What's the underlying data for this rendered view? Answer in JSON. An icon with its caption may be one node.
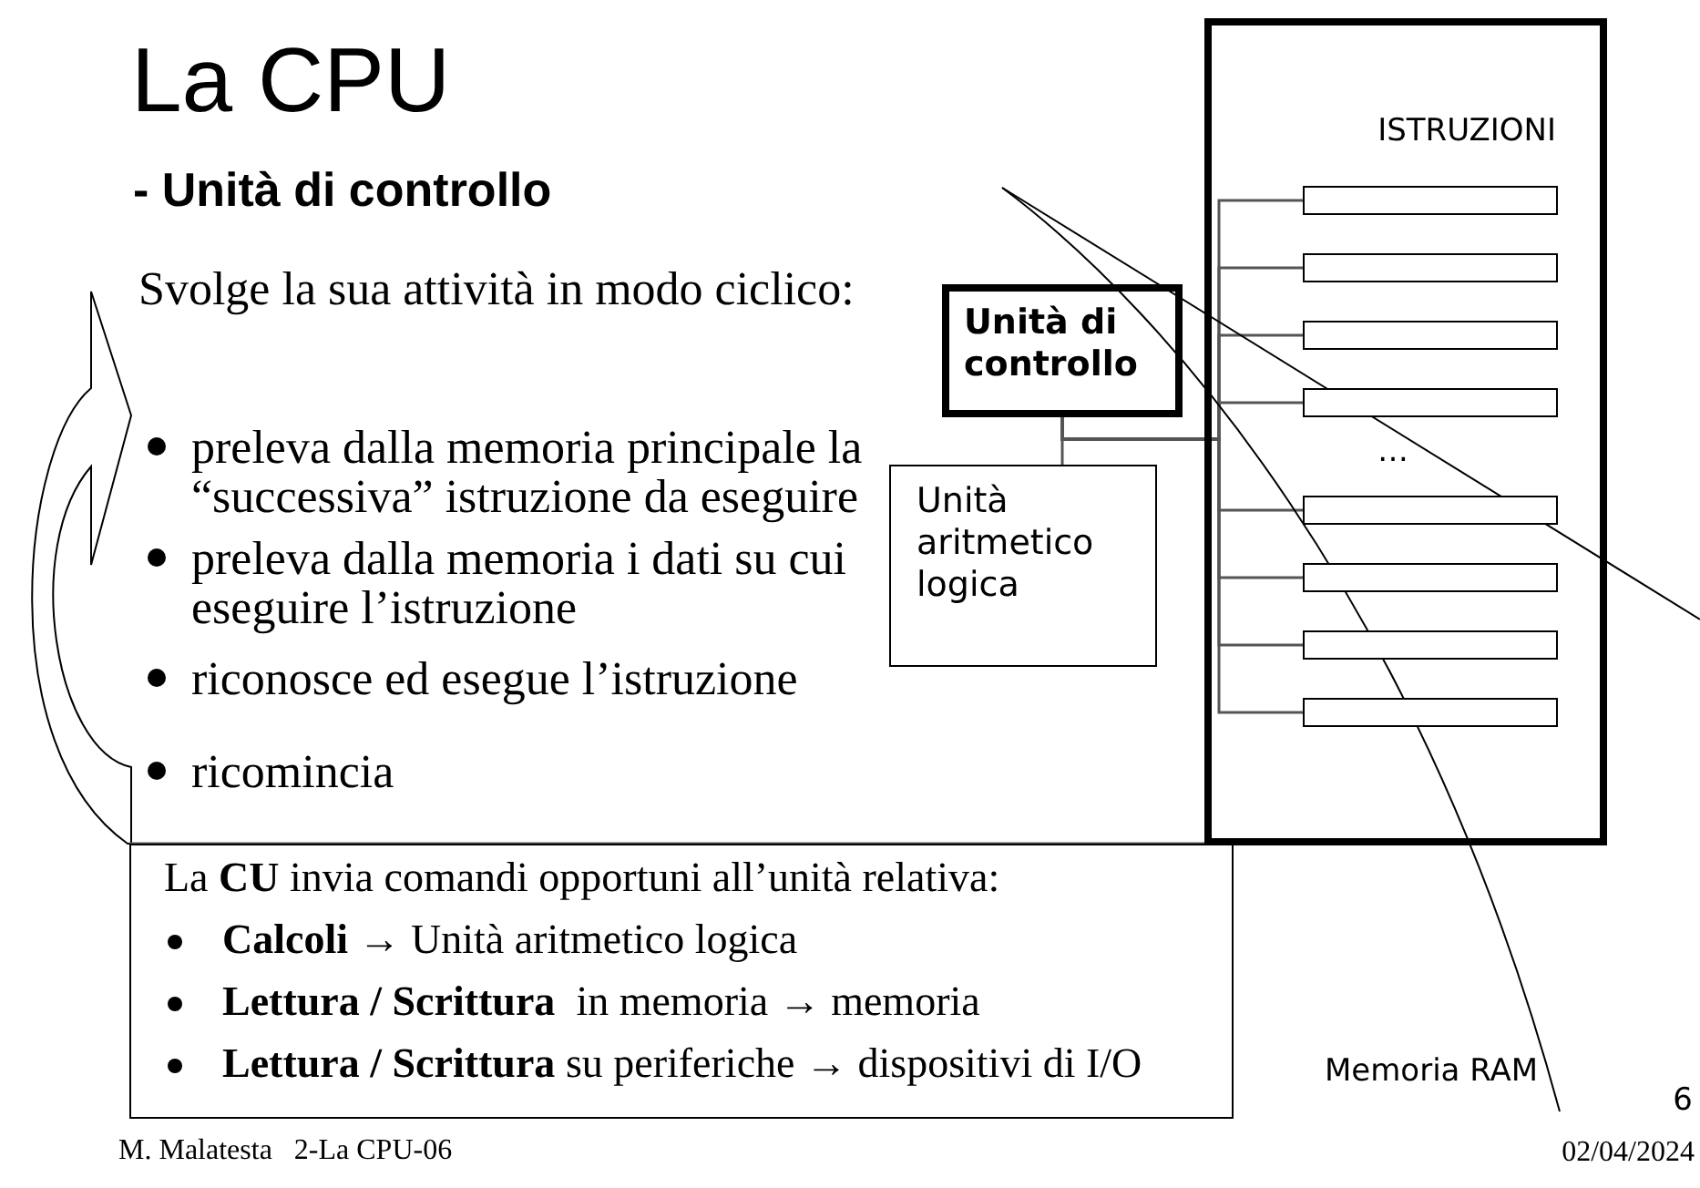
{
  "diagram": {
    "title": "La CPU",
    "nodes": [
      {
        "text": [
          "Unità di controllo"
        ]
      },
      {
        "text": [
          "Unità aritmetico logica"
        ]
      },
      {
        "text": [
          "ISTRUZIONI"
        ]
      },
      {
        "text": [],
        "shape": "box",
        "in": 2
      },
      {
        "text": [],
        "shape": "box",
        "in": 2
      },
      {
        "text": [],
        "shape": "box",
        "in": 2
      },
      {
        "text": [],
        "shape": "box",
        "in": 2
      },
      {
        "text": [],
        "shape": "box",
        "in": 2
      },
      {
        "text": [],
        "shape": "box",
        "in": 2
      },
      {
        "text": [],
        "shape": "box",
        "in": 2
      },
      {
        "text": [],
        "shape": "box",
        "in": 2
      },
      {
        "text": [
          "La **CU** invia comandi opportuni all’unità relativa:",
          "**Calcoli** → Unità aritmetico logica",
          "**Lettura / Scrittura**  in memoria → memoria",
          "**Lettura / Scrittura** su periferiche → dispositivi di I/O"
        ]
      }
    ],
    "edges": [
      {
        "from": 0,
        "to": 1,
        "arrow": "none"
      },
      {
        "from": 0,
        "to": 3,
        "arrow": "none"
      },
      {
        "from": 0,
        "to": 4,
        "arrow": "none"
      },
      {
        "from": 0,
        "to": 5,
        "arrow": "none"
      },
      {
        "from": 0,
        "to": 6,
        "arrow": "none"
      },
      {
        "from": 0,
        "to": 7,
        "arrow": "none"
      },
      {
        "from": 0,
        "to": 8,
        "arrow": "none"
      },
      {
        "from": 0,
        "to": 9,
        "arrow": "none"
      },
      {
        "from": 0,
        "to": 10,
        "arrow": "none"
      }
    ],
    "labels": [
      "- Unità di controllo",
      "Svolge la sua attività in modo ciclico:",
      "preleva dalla memoria principale la “successiva” istruzione da eseguire",
      "preleva dalla memoria i dati su cui eseguire l’istruzione",
      "riconosce ed esegue l’istruzione",
      "ricomincia",
      "…",
      "Memoria RAM",
      "M. Malatesta   2-La CPU-06",
      "6",
      "02/04/2024"
    ]
  }
}
